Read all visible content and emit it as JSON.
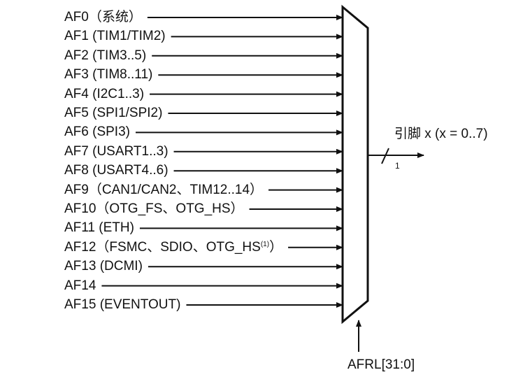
{
  "inputs": [
    {
      "name": "AF0",
      "label": "AF0（系统）"
    },
    {
      "name": "AF1",
      "label": "AF1 (TIM1/TIM2)"
    },
    {
      "name": "AF2",
      "label": "AF2 (TIM3..5)"
    },
    {
      "name": "AF3",
      "label": "AF3 (TIM8..11)"
    },
    {
      "name": "AF4",
      "label": "AF4 (I2C1..3)"
    },
    {
      "name": "AF5",
      "label": "AF5 (SPI1/SPI2)"
    },
    {
      "name": "AF6",
      "label": "AF6 (SPI3)"
    },
    {
      "name": "AF7",
      "label": "AF7 (USART1..3)"
    },
    {
      "name": "AF8",
      "label": "AF8 (USART4..6)"
    },
    {
      "name": "AF9",
      "label": "AF9（CAN1/CAN2、TIM12..14）"
    },
    {
      "name": "AF10",
      "label": "AF10（OTG_FS、OTG_HS）"
    },
    {
      "name": "AF11",
      "label": "AF11 (ETH)"
    },
    {
      "name": "AF12",
      "label": "AF12（FSMC、SDIO、OTG_HS",
      "sup": "(1)",
      "suffix": "）"
    },
    {
      "name": "AF13",
      "label": "AF13 (DCMI)"
    },
    {
      "name": "AF14",
      "label": "AF14"
    },
    {
      "name": "AF15",
      "label": "AF15 (EVENTOUT)"
    }
  ],
  "output": {
    "label": "引脚 x (x = 0..7)",
    "bus_width": "1"
  },
  "select": {
    "label": "AFRL[31:0]"
  },
  "colors": {
    "line": "#111111",
    "text": "#111111",
    "background": "#ffffff"
  }
}
